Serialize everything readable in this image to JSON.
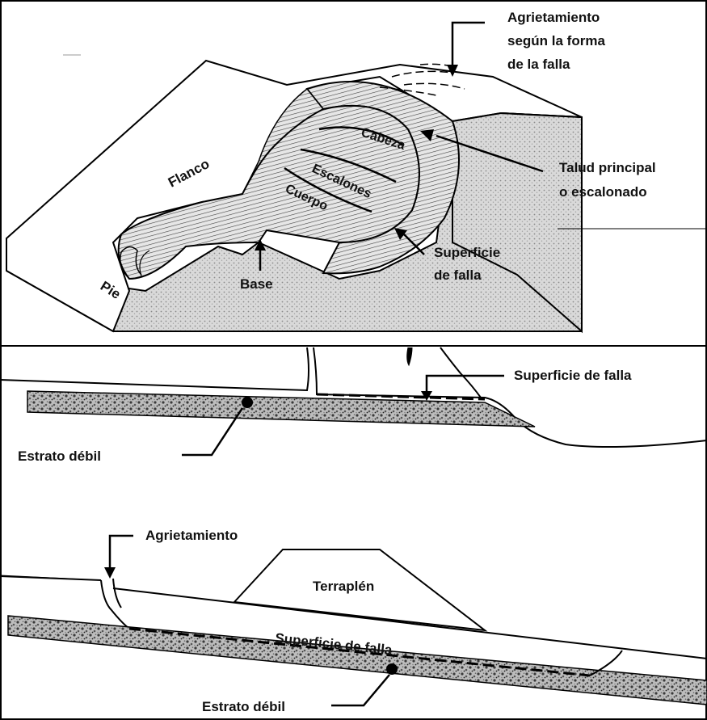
{
  "diagram": {
    "top_panel": {
      "labels": {
        "agrietamiento_line1": "Agrietamiento",
        "agrietamiento_line2": "según la forma",
        "agrietamiento_line3": "de la falla",
        "talud_line1": "Talud principal",
        "talud_line2": "o escalonado",
        "superficie_line1": "Superficie",
        "superficie_line2": "de falla",
        "flanco": "Flanco",
        "cabeza": "Cabeza",
        "escalones": "Escalones",
        "cuerpo": "Cuerpo",
        "base": "Base",
        "pie": "Pie"
      }
    },
    "middle_panel": {
      "labels": {
        "superficie_de_falla": "Superficie de falla",
        "estrato_debil": "Estrato débil"
      }
    },
    "bottom_panel": {
      "labels": {
        "agrietamiento": "Agrietamiento",
        "terraplen": "Terraplén",
        "superficie_de_falla": "Superficie de falla",
        "estrato_debil": "Estrato débil"
      }
    }
  }
}
